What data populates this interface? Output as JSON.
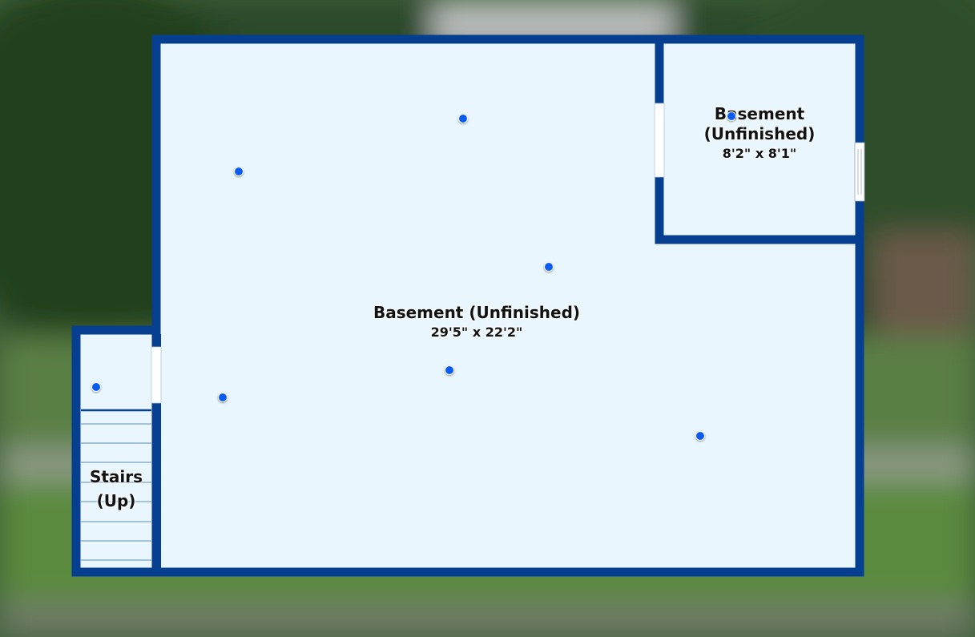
{
  "colors": {
    "wall": "#063f8f",
    "floor": "#eaf6fd",
    "hotspot": "#0a5cf0"
  },
  "rooms": [
    {
      "name": "Basement (Unfinished)",
      "dims": "29'5\" x 22'2\""
    },
    {
      "name_line1": "Basement",
      "name_line2": "(Unfinished)",
      "dims": "8'2\" x 8'1\""
    },
    {
      "name_line1": "Stairs",
      "name_line2": "(Up)"
    }
  ],
  "hotspots": [
    "photo-hotspot-1",
    "photo-hotspot-2",
    "photo-hotspot-3",
    "photo-hotspot-4",
    "photo-hotspot-5",
    "photo-hotspot-6",
    "photo-hotspot-7",
    "photo-hotspot-8"
  ]
}
